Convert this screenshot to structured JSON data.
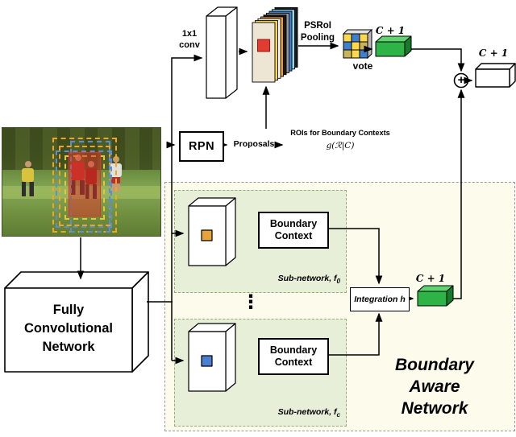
{
  "colors": {
    "class_box_green": "#2eb346",
    "psroi_window_red": "#e23b30",
    "subnetwork_bg": "#e7efd9",
    "ban_region_bg": "#fdfcec",
    "roi_orange": "#f5a51d",
    "roi_blue": "#5a8fd8"
  },
  "top_pipeline": {
    "conv_label": [
      "1x1",
      "conv"
    ],
    "psroi_label": [
      "PSRoI",
      "Pooling"
    ],
    "vote_label": "vote",
    "score_box_label": "C + 1",
    "merge_symbol": "+",
    "final_box_label": "C + 1"
  },
  "rpn": {
    "box_label": "RPN",
    "proposals_label": "Proposals",
    "rois_label": "ROIs for Boundary Contexts",
    "rois_formula": "g(ℛ|C)"
  },
  "fcn": {
    "label_lines": [
      "Fully",
      "Convolutional",
      "Network"
    ]
  },
  "ban": {
    "title_lines": [
      "Boundary",
      "Aware",
      "Network"
    ],
    "ellipsis": "⋮",
    "integration_label": "Integration h",
    "integration_box_label": "C + 1",
    "subnet_top": {
      "context_lines": [
        "Boundary",
        "Context"
      ],
      "name_prefix": "Sub-network, f",
      "name_sub": "0"
    },
    "subnet_bottom": {
      "context_lines": [
        "Boundary",
        "Context"
      ],
      "name_prefix": "Sub-network, f",
      "name_sub": "c"
    }
  }
}
